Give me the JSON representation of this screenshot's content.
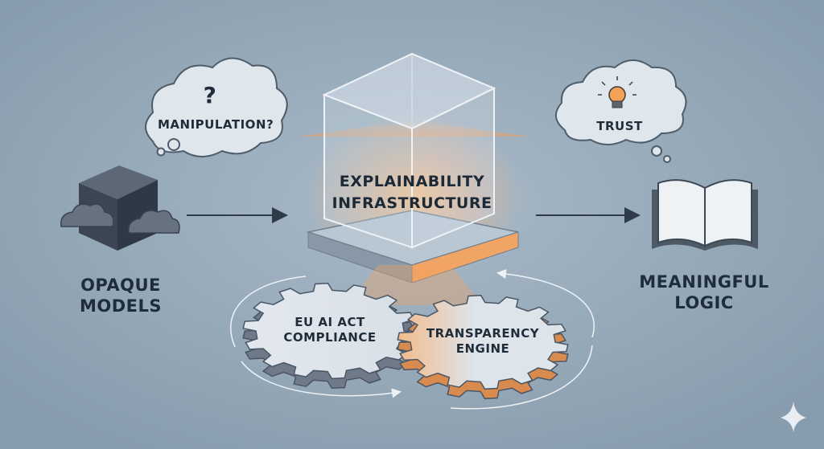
{
  "labels": {
    "opaque_line1": "OPAQUE",
    "opaque_line2": "MODELS",
    "meaningful_line1": "MEANINGFUL",
    "meaningful_line2": "LOGIC",
    "core_line1": "EXPLAINABILITY",
    "core_line2": "INFRASTRUCTURE",
    "gear_left_line1": "EU AI ACT",
    "gear_left_line2": "COMPLIANCE",
    "gear_right_line1": "TRANSPARENCY",
    "gear_right_line2": "ENGINE"
  },
  "bubbles": {
    "left_text": "MANIPULATION?",
    "left_symbol": "?",
    "right_text": "TRUST",
    "right_icon": "lightbulb-icon"
  },
  "icons": [
    "dark-cube-icon",
    "cloud-icon",
    "book-icon",
    "gear-icon",
    "sparkle-icon",
    "lightbulb-icon",
    "arrow-icon"
  ],
  "colors": {
    "background": "#8fa4b5",
    "accent_orange": "#f2a25c",
    "text_dark": "#1f2d3b",
    "gear_fill": "#dbe3ea",
    "cube_dark": "#4a5563"
  }
}
